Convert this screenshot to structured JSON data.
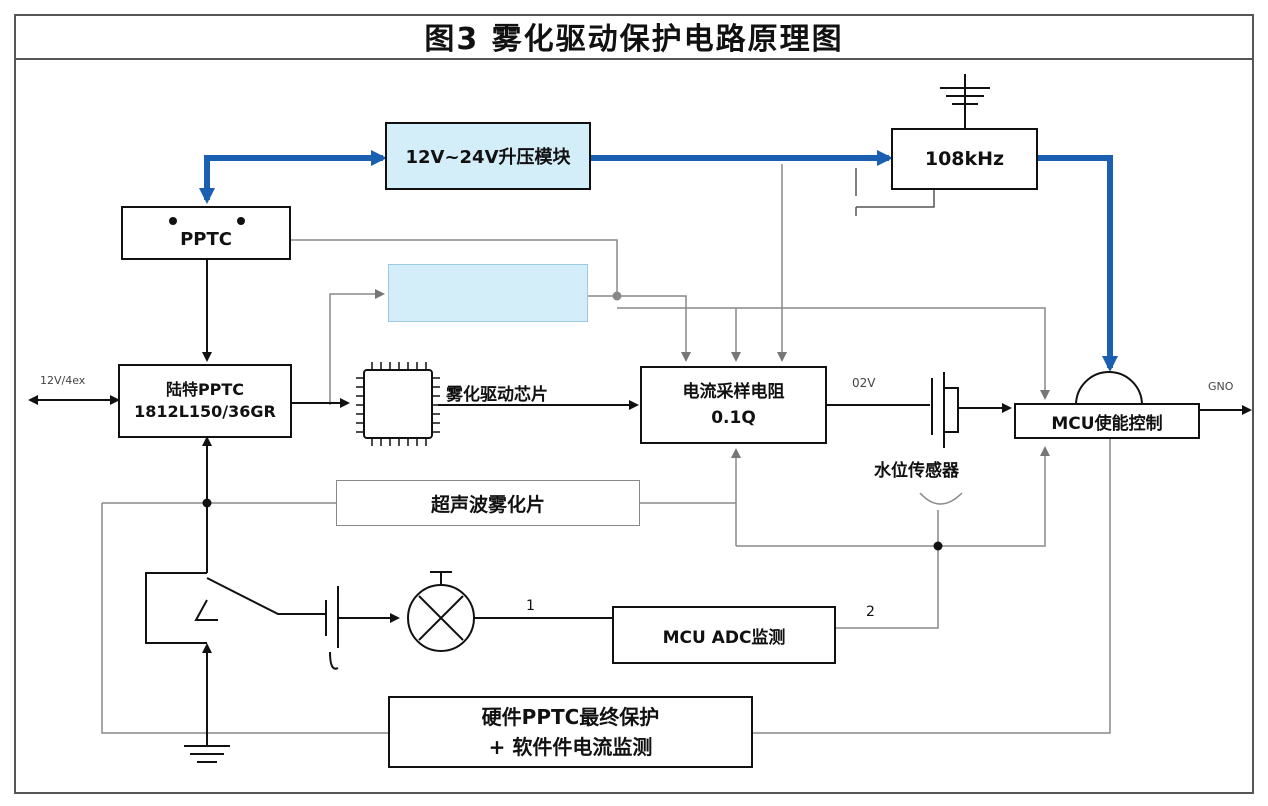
{
  "title": "图3 雾化驱动保护电路原理图",
  "blocks": {
    "boost": "12V~24V升压模块",
    "osc": "108kHz",
    "pptc_top": "PPTC",
    "pptc_main_line1": "陆特PPTC",
    "pptc_main_line2": "1812L150/36GR",
    "driver_chip": "雾化驱动芯片",
    "sense_line1": "电流采样电阻",
    "sense_line2": "0.1Q",
    "mcu_enable": "MCU使能控制",
    "ultrasonic": "超声波雾化片",
    "adc": "MCU ADC监测",
    "final_line1": "硬件PPTC最终保护",
    "final_line2": "+ 软件件电流监测"
  },
  "labels": {
    "input": "12V/4ex",
    "v_label": "02V",
    "water": "水位传感器",
    "gnd": "GNO",
    "node1": "1",
    "node2": "2"
  },
  "colors": {
    "accent_blue": "#1a5fb0",
    "light_blue_fill": "#d3eef8",
    "line_gray": "#888888",
    "line_black": "#111111"
  }
}
